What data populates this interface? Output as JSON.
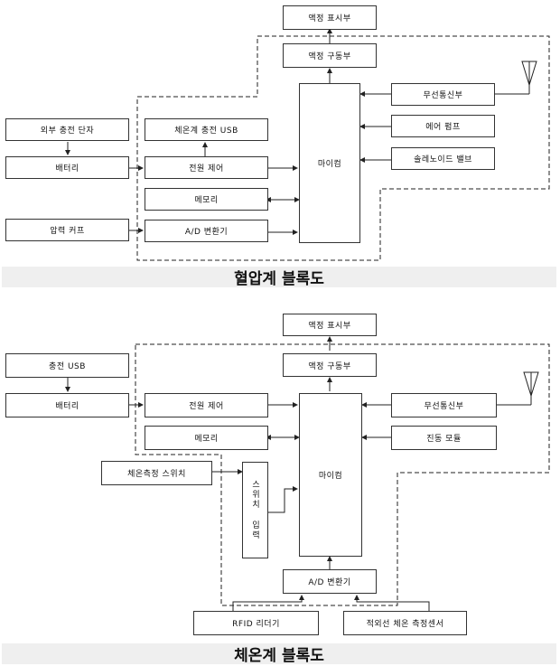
{
  "bp": {
    "title": "혈압계 블록도",
    "lcd_display": "액정 표시부",
    "lcd_driver": "액정 구동부",
    "wireless": "무선통신부",
    "air_pump": "에어 펌프",
    "solenoid": "솔레노이드 밸브",
    "mcu": "마이컴",
    "temp_usb": "체온계 충전 USB",
    "ext_charge": "외부 충전 단자",
    "battery": "배터리",
    "power_ctrl": "전원 제어",
    "memory": "메모리",
    "pressure_cuff": "압력 커프",
    "adc": "A/D 변환기"
  },
  "th": {
    "title": "체온계 블록도",
    "lcd_display": "액정 표시부",
    "lcd_driver": "액정 구동부",
    "wireless": "무선통신부",
    "vibration": "진동 모듈",
    "mcu": "마이컴",
    "usb": "충전 USB",
    "battery": "배터리",
    "power_ctrl": "전원 제어",
    "memory": "메모리",
    "switch": "체온측정 스위치",
    "switch_input": "스위치 입력",
    "adc": "A/D 변환기",
    "rfid": "RFID 리더기",
    "ir_sensor": "적외선 체온 측정센서"
  }
}
